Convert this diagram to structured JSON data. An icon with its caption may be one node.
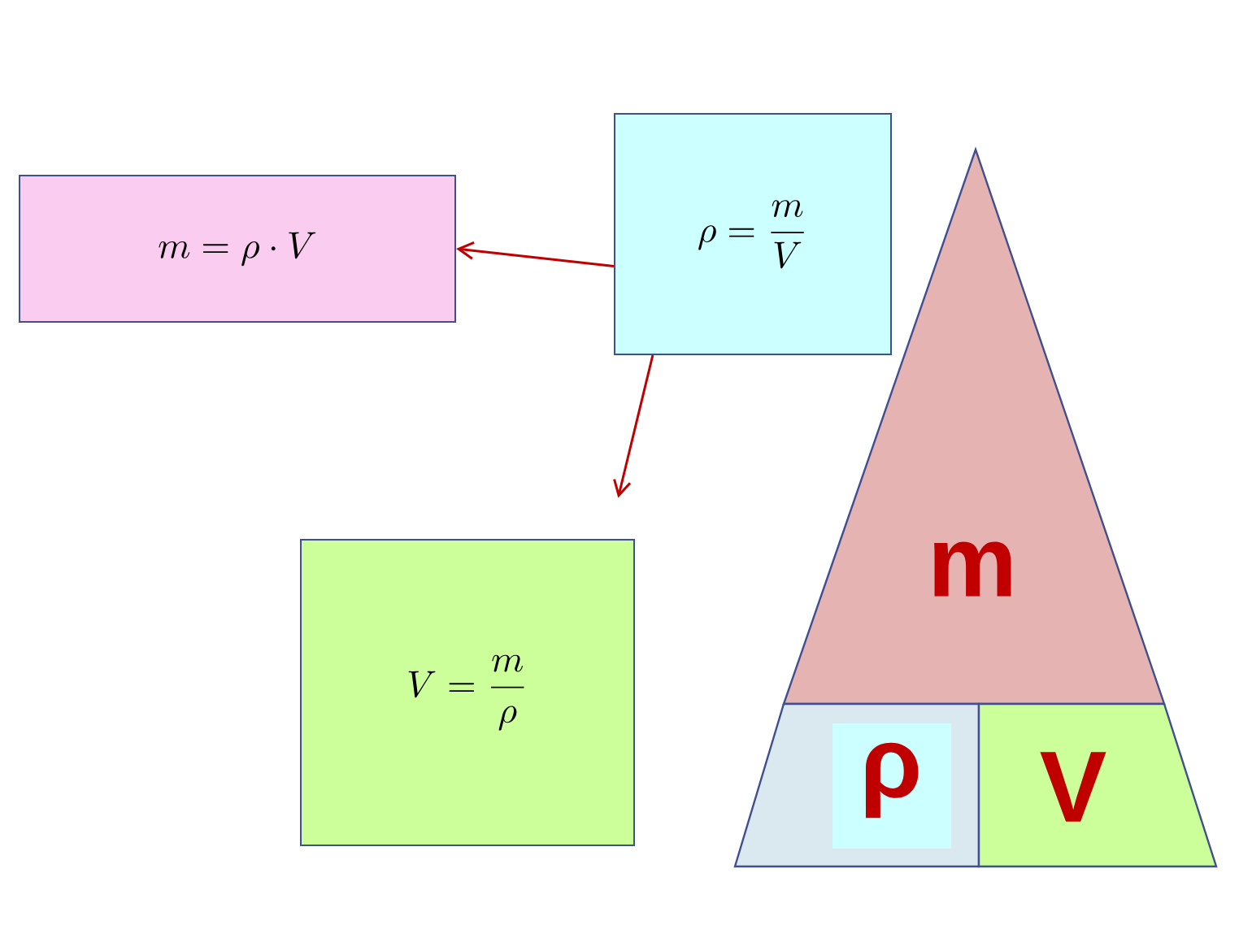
{
  "diagram": {
    "nodes": [
      {
        "text": [
          "m=\\rho\\cdot V"
        ]
      },
      {
        "text": [
          "\\rho=\\frac{m}{V}"
        ]
      },
      {
        "text": [
          "V=\\frac{m}{\\rho}"
        ]
      },
      {
        "text": [
          "m"
        ]
      },
      {
        "text": [
          "ρ"
        ]
      },
      {
        "text": [
          "V"
        ]
      }
    ],
    "edges": [
      {
        "from": 1,
        "to": 0,
        "arrow": "to"
      },
      {
        "from": 1,
        "to": 2,
        "arrow": "to"
      }
    ]
  }
}
